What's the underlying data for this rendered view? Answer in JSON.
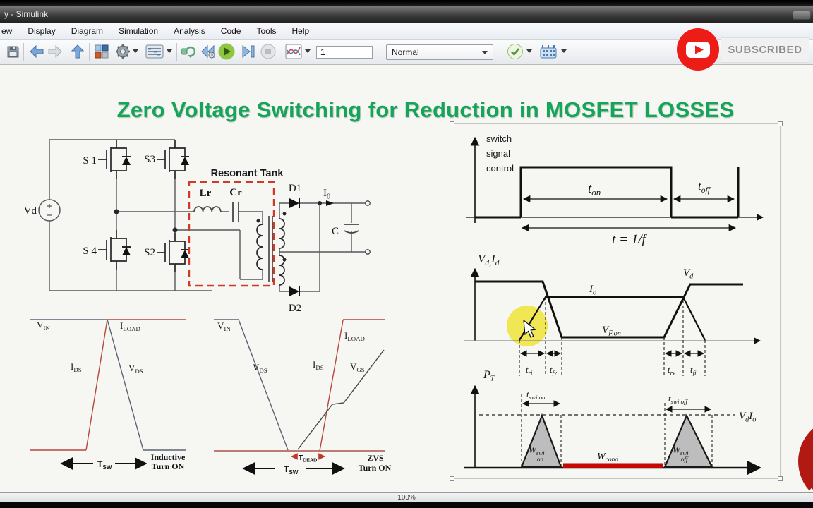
{
  "w": {
    "title": "y - Simulink",
    "zoom": "100%"
  },
  "menu": {
    "items": [
      "ew",
      "Display",
      "Diagram",
      "Simulation",
      "Analysis",
      "Code",
      "Tools",
      "Help"
    ]
  },
  "tb": {
    "time": "1",
    "mode": "Normal",
    "icons": [
      "save",
      "back",
      "forward",
      "up",
      "library",
      "gear",
      "model-settings",
      "update-diagram",
      "step-back",
      "run",
      "step-forward",
      "stop",
      "scope",
      "check",
      "build"
    ]
  },
  "ov": {
    "sub": "SUBSCRIBED"
  },
  "cv": {
    "heading": "Zero Voltage Switching for Reduction in MOSFET LOSSES"
  },
  "ckt": {
    "vd": "Vd",
    "s1": "S 1",
    "s3": "S3",
    "s4": "S 4",
    "s2": "S2",
    "tank": "Resonant Tank",
    "lr": "Lr",
    "cr": "Cr",
    "d1": "D1",
    "d2": "D2",
    "io_b": "I",
    "io_s": "0",
    "c": "C"
  },
  "p1": {
    "vin_b": "V",
    "vin_s": "IN",
    "iload_b": "I",
    "iload_s": "LOAD",
    "ids_b": "I",
    "ids_s": "DS",
    "vds_b": "V",
    "vds_s": "DS",
    "tsw_b": "T",
    "tsw_s": "SW",
    "cap1": "Inductive",
    "cap2": "Turn ON"
  },
  "p2": {
    "vin_b": "V",
    "vin_s": "IN",
    "vds_b": "V",
    "vds_s": "DS",
    "ids_b": "I",
    "ids_s": "DS",
    "iload_b": "I",
    "iload_s": "LOAD",
    "vgs_b": "V",
    "vgs_s": "GS",
    "tdead_b": "T",
    "tdead_s": "DEAD",
    "tsw_b": "T",
    "tsw_s": "SW",
    "cap1": "ZVS",
    "cap2": "Turn ON"
  },
  "tm": {
    "l1": "switch",
    "l2": "signal",
    "l3": "control",
    "ton_b": "t",
    "ton_s": "on",
    "toff_b": "t",
    "toff_s": "off",
    "period": "t = 1/f"
  },
  "vi": {
    "ax1": "V",
    "ax2": "d,",
    "ax3": "I",
    "ax4": "d",
    "io_b": "I",
    "io_s": "o",
    "vfon_b": "V",
    "vfon_s": "F,on",
    "vd_b": "V",
    "vd_s": "d",
    "tri_b": "t",
    "tri_s": "ri",
    "tfv_b": "t",
    "tfv_s": "fv",
    "trv_b": "t",
    "trv_s": "rv",
    "tfi_b": "t",
    "tfi_s": "fi"
  },
  "pp": {
    "pt_b": "P",
    "pt_s": "T",
    "tson_b": "t",
    "tson_s": "swi on",
    "tsoff_b": "t",
    "tsoff_s": "swi off",
    "v1": "V",
    "v2": "d",
    "v3": "I",
    "v4": "o",
    "w1b": "W",
    "w1s": "swi",
    "w1s2": "on",
    "wcb": "W",
    "wcs": "cond",
    "w2b": "W",
    "w2s": "swi",
    "w2s2": "off"
  },
  "colors": {
    "heading_green": "#16a45a",
    "annotation_red": "#d23a28",
    "waveform_red": "#b5473c",
    "label_blue": "#54618c",
    "highlight_yellow": "#f0e43c",
    "youtube_red": "#ed1c16",
    "power_bar_red": "#c60900",
    "triangle_gray": "#bdbdbd"
  }
}
